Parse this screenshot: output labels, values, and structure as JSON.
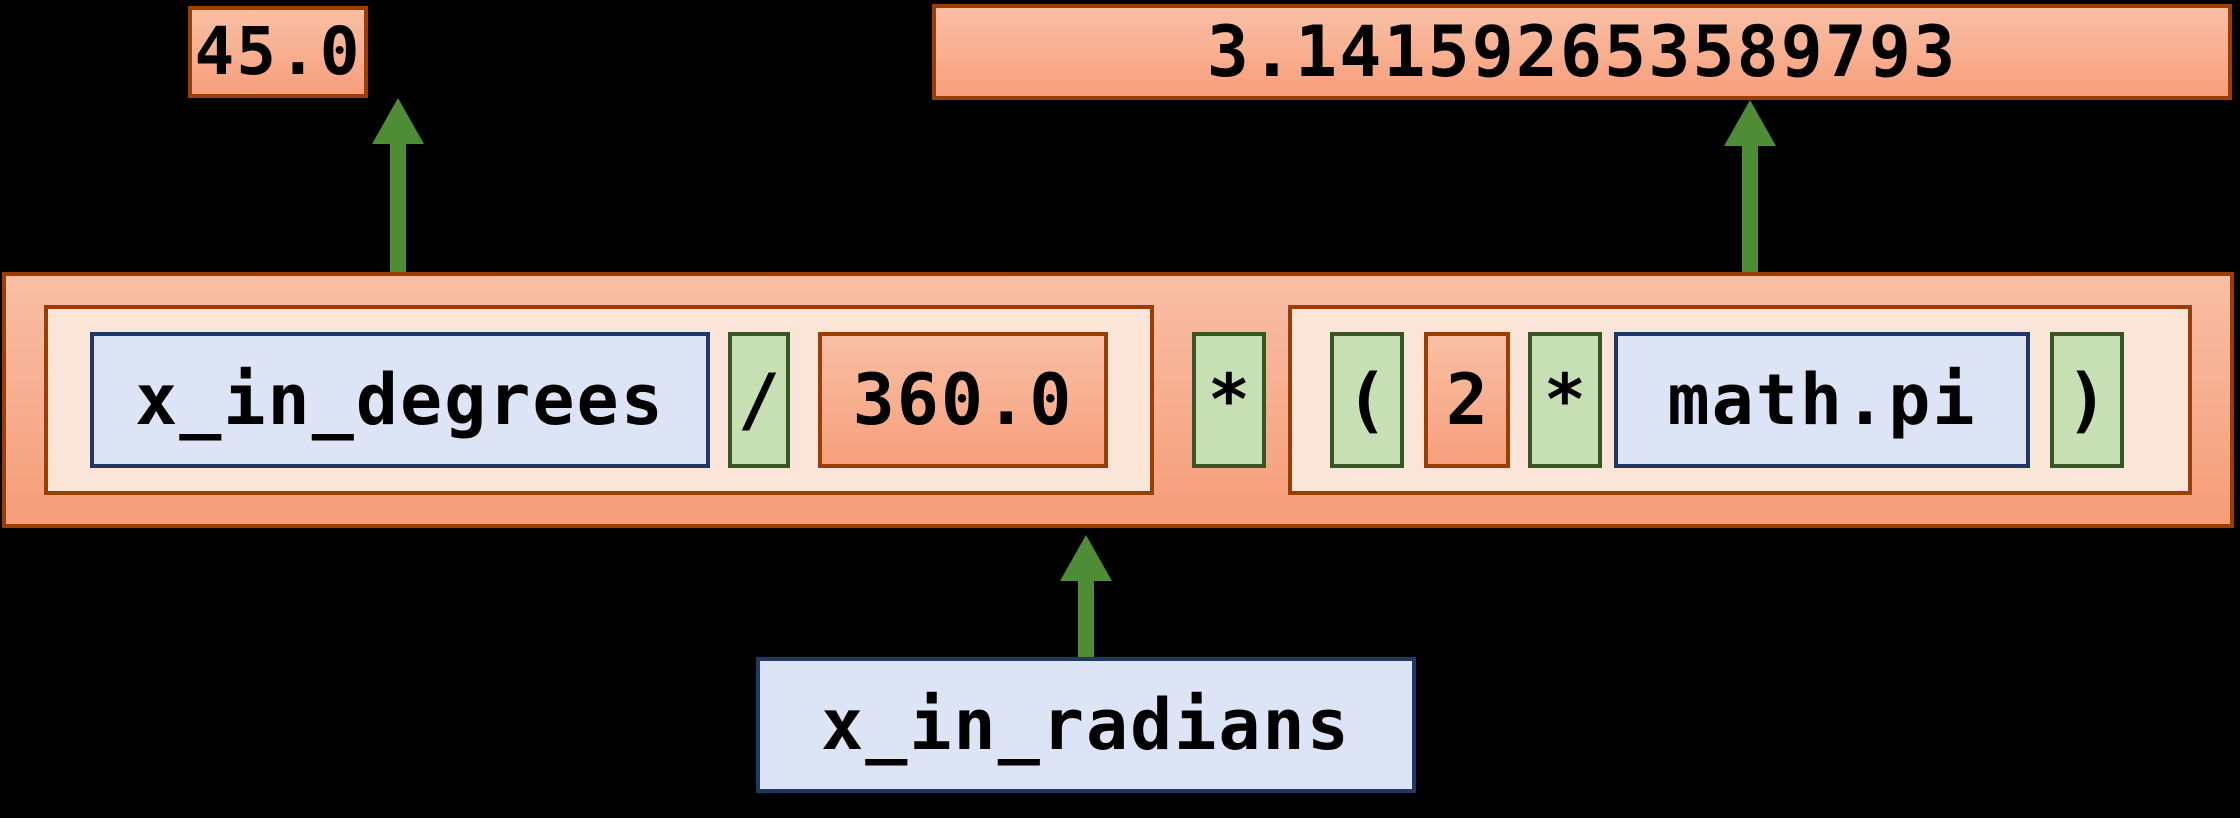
{
  "diagram": {
    "title": "python-expression-evaluation-diagram",
    "background_color": "#000000",
    "colors": {
      "value_fill": "#f79f7d",
      "value_border": "#9c3d06",
      "variable_fill": "#dce4f5",
      "variable_border": "#1f3864",
      "operator_fill": "#c6e0b4",
      "operator_border": "#375623",
      "group_fill": "#fae5d8",
      "arrow": "#4e8c36"
    }
  },
  "callouts": {
    "degrees_value": "45.0",
    "pi_value": "3.141592653589793",
    "result_variable": "x_in_radians"
  },
  "expression": {
    "left_group": {
      "tokens": [
        {
          "text": "x_in_degrees",
          "kind": "variable"
        },
        {
          "text": "/",
          "kind": "operator"
        },
        {
          "text": "360.0",
          "kind": "value"
        }
      ]
    },
    "middle_operator": {
      "text": "*",
      "kind": "operator"
    },
    "right_group": {
      "tokens": [
        {
          "text": "(",
          "kind": "operator"
        },
        {
          "text": "2",
          "kind": "value"
        },
        {
          "text": "*",
          "kind": "operator"
        },
        {
          "text": "math.pi",
          "kind": "variable"
        },
        {
          "text": ")",
          "kind": "operator"
        }
      ]
    }
  },
  "arrows": [
    {
      "name": "arrow-degrees-to-value",
      "from": "x_in_degrees",
      "to": "45.0"
    },
    {
      "name": "arrow-mathpi-to-value",
      "from": "math.pi",
      "to": "3.141592653589793"
    },
    {
      "name": "arrow-expression-to-result",
      "from": "expression",
      "to": "x_in_radians"
    }
  ]
}
